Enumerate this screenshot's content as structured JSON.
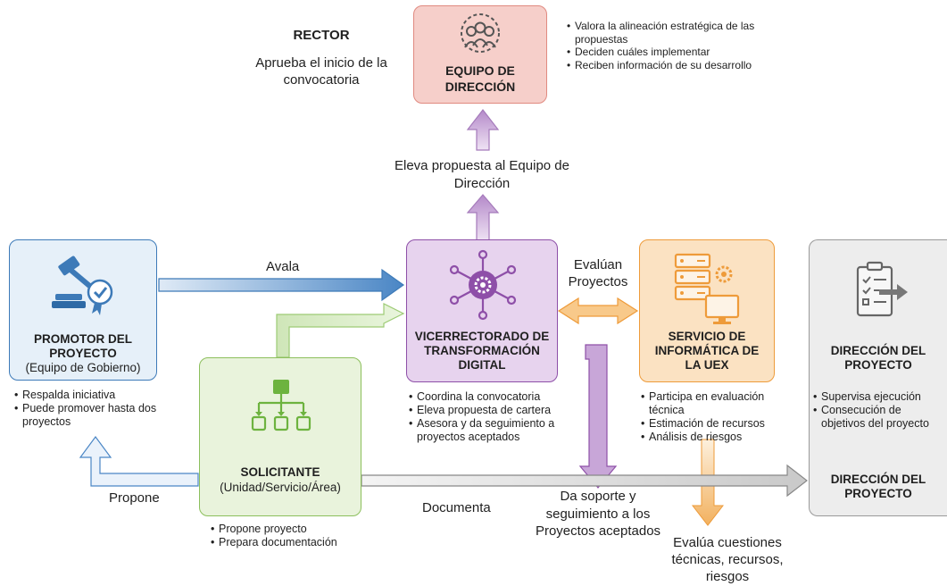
{
  "rector": {
    "title": "RECTOR",
    "line1": "Aprueba el inicio de la",
    "line2": "convocatoria"
  },
  "equipo": {
    "title1": "EQUIPO DE",
    "title2": "DIRECCIÓN",
    "bullets": [
      "Valora la alineación estratégica de las propuestas",
      "Deciden cuáles implementar",
      "Reciben información de su desarrollo"
    ]
  },
  "eleva": {
    "line1": "Eleva propuesta al Equipo de",
    "line2": "Dirección"
  },
  "promotor": {
    "title1": "PROMOTOR DEL",
    "title2": "PROYECTO",
    "sub": "(Equipo de Gobierno)",
    "bullets": [
      "Respalda iniciativa",
      "Puede promover hasta dos proyectos"
    ]
  },
  "avala": "Avala",
  "vicerrectorado": {
    "title1": "VICERRECTORADO DE",
    "title2": "TRANSFORMACIÓN",
    "title3": "DIGITAL",
    "bullets": [
      "Coordina la convocatoria",
      "Eleva propuesta de cartera",
      "Asesora y da seguimiento a proyectos aceptados"
    ]
  },
  "evaluan": {
    "line1": "Evalúan",
    "line2": "Proyectos"
  },
  "servicio": {
    "title1": "SERVICIO DE",
    "title2": "INFORMÁTICA DE",
    "title3": "LA UEX",
    "bullets": [
      "Participa en evaluación técnica",
      "Estimación de recursos",
      "Análisis de riesgos"
    ]
  },
  "direccion1": {
    "title1": "DIRECCIÓN DEL",
    "title2": "PROYECTO",
    "bullets": [
      "Supervisa ejecución",
      "Consecución de objetivos del proyecto"
    ]
  },
  "direccion2": {
    "title1": "DIRECCIÓN DEL",
    "title2": "PROYECTO"
  },
  "solicitante": {
    "title": "SOLICITANTE",
    "sub": "(Unidad/Servicio/Área)",
    "bullets": [
      "Propone proyecto",
      "Prepara documentación"
    ]
  },
  "propone": "Propone",
  "documenta": "Documenta",
  "soporte": {
    "line1": "Da soporte y",
    "line2": "seguimiento a los",
    "line3": "Proyectos aceptados"
  },
  "evalua": {
    "line1": "Evalúa cuestiones",
    "line2": "técnicas, recursos,",
    "line3": "riesgos"
  },
  "colors": {
    "equipo_fill": "#f6cfca",
    "equipo_border": "#e08a80",
    "promotor_fill": "#e6f0f9",
    "promotor_border": "#3d7ab8",
    "vice_fill": "#e7d3ee",
    "vice_border": "#8e4fa8",
    "servicio_fill": "#fbe2c2",
    "servicio_border": "#ee9b3a",
    "direccion_fill": "#ededed",
    "direccion_border": "#999999",
    "solicitante_fill": "#e9f3dc",
    "solicitante_border": "#8cbf5c"
  }
}
